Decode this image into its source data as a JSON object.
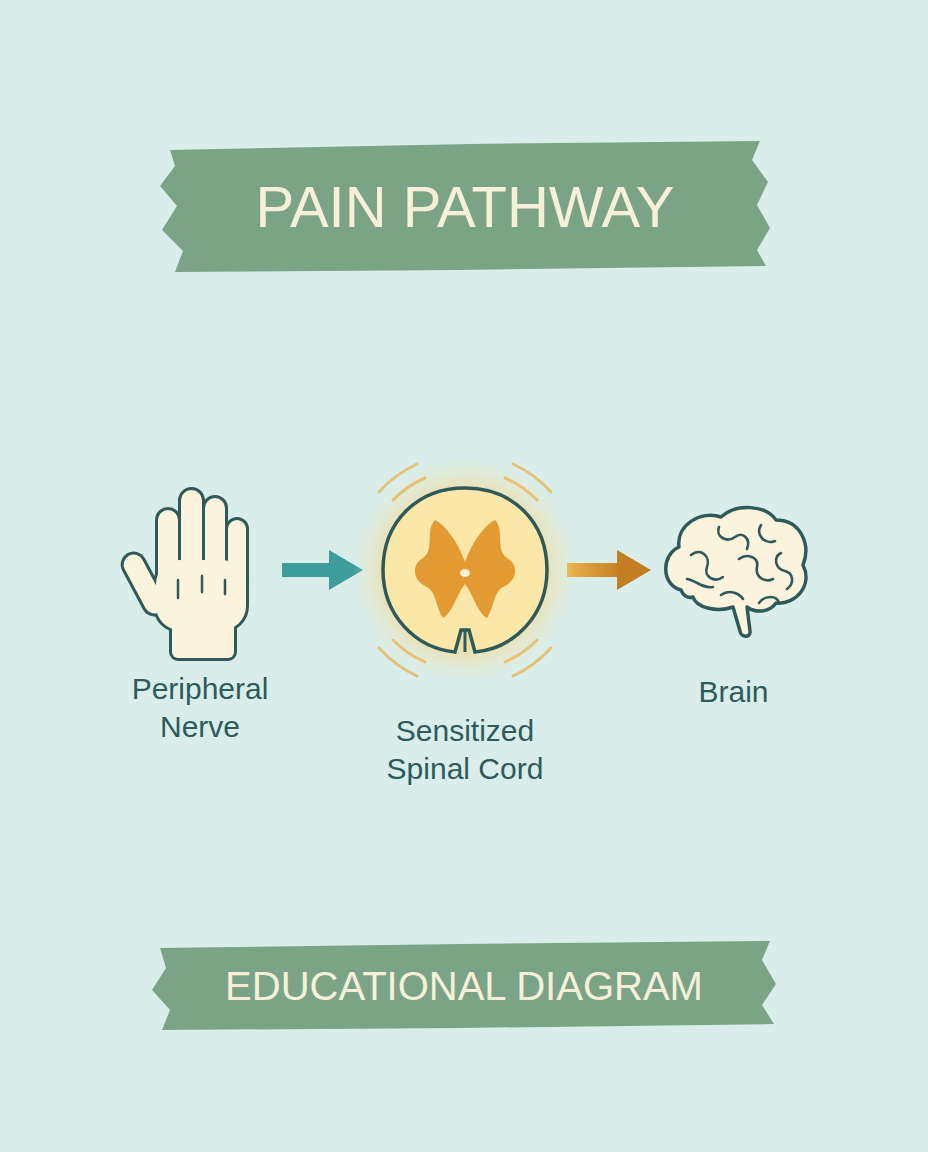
{
  "diagram": {
    "title": "PAIN PATHWAY",
    "caption": "EDUCATIONAL DIAGRAM",
    "nodes": [
      {
        "text": [
          "Peripheral Nerve"
        ]
      },
      {
        "text": [
          "Sensitized Spinal Cord"
        ]
      },
      {
        "text": [
          "Brain"
        ]
      }
    ],
    "edges": [
      {
        "from": 0,
        "to": 1,
        "arrow": "to"
      },
      {
        "from": 1,
        "to": 2,
        "arrow": "to"
      }
    ]
  }
}
